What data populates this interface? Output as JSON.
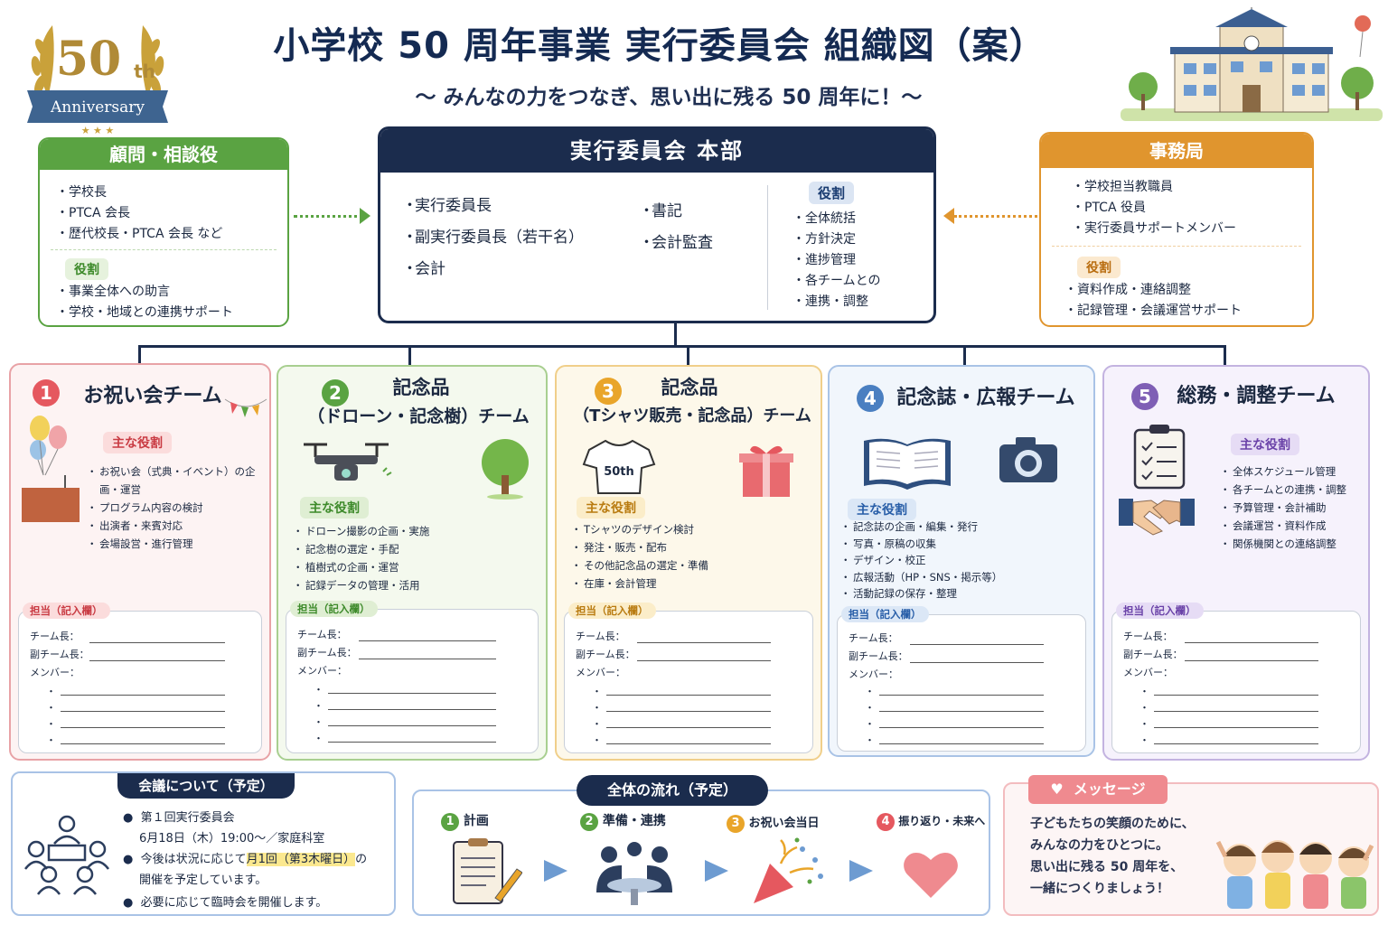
{
  "header": {
    "title": "小学校 50 周年事業 実行委員会 組織図（案）",
    "subtitle": "〜 みんなの力をつなぎ、思い出に残る 50 周年に！〜",
    "badge_number": "50",
    "badge_th": "th",
    "badge_ribbon": "Anniversary"
  },
  "advisor": {
    "title": "顧問・相談役",
    "members": [
      "学校長",
      "PTCA 会長",
      "歴代校長・PTCA 会長 など"
    ],
    "role_label": "役割",
    "roles": [
      "事業全体への助言",
      "学校・地域との連携サポート"
    ]
  },
  "hq": {
    "title": "実行委員会 本部",
    "col1": [
      "実行委員長",
      "副実行委員長（若干名）",
      "会計"
    ],
    "col2": [
      "書記",
      "会計監査"
    ],
    "role_label": "役割",
    "roles": [
      "全体統括",
      "方針決定",
      "進捗管理",
      "各チームとの",
      "連携・調整"
    ]
  },
  "office": {
    "title": "事務局",
    "members": [
      "学校担当教職員",
      "PTCA 役員",
      "実行委員サポートメンバー"
    ],
    "role_label": "役割",
    "roles": [
      "資料作成・連絡調整",
      "記録管理・会議運営サポート"
    ]
  },
  "teams": [
    {
      "num": "1",
      "name": "お祝い会チーム",
      "name2": "",
      "role_label": "主な役割",
      "roles": [
        "お祝い会（式典・イベント）の企画・運営",
        "プログラム内容の検討",
        "出演者・来賓対応",
        "会場設営・進行管理"
      ],
      "assign_label": "担当（記入欄）",
      "leader": "チーム長：",
      "sub_leader": "副チーム長：",
      "members": "メンバー："
    },
    {
      "num": "2",
      "name": "記念品",
      "name2": "（ドローン・記念樹）チーム",
      "role_label": "主な役割",
      "roles": [
        "ドローン撮影の企画・実施",
        "記念樹の選定・手配",
        "植樹式の企画・運営",
        "記録データの管理・活用"
      ],
      "assign_label": "担当（記入欄）",
      "leader": "チーム長：",
      "sub_leader": "副チーム長：",
      "members": "メンバー："
    },
    {
      "num": "3",
      "name": "記念品",
      "name2": "（Tシャツ販売・記念品）チーム",
      "role_label": "主な役割",
      "roles": [
        "Tシャツのデザイン検討",
        "発注・販売・配布",
        "その他記念品の選定・準備",
        "在庫・会計管理"
      ],
      "assign_label": "担当（記入欄）",
      "leader": "チーム長：",
      "sub_leader": "副チーム長：",
      "members": "メンバー：",
      "shirt_text": "50th"
    },
    {
      "num": "4",
      "name": "記念誌・広報チーム",
      "name2": "",
      "role_label": "主な役割",
      "roles": [
        "記念誌の企画・編集・発行",
        "写真・原稿の収集",
        "デザイン・校正",
        "広報活動（HP・SNS・掲示等）",
        "活動記録の保存・整理"
      ],
      "assign_label": "担当（記入欄）",
      "leader": "チーム長：",
      "sub_leader": "副チーム長：",
      "members": "メンバー："
    },
    {
      "num": "5",
      "name": "総務・調整チーム",
      "name2": "",
      "role_label": "主な役割",
      "roles": [
        "全体スケジュール管理",
        "各チームとの連携・調整",
        "予算管理・会計補助",
        "会議運営・資料作成",
        "関係機関との連絡調整"
      ],
      "assign_label": "担当（記入欄）",
      "leader": "チーム長：",
      "sub_leader": "副チーム長：",
      "members": "メンバー："
    }
  ],
  "meeting": {
    "title": "会議について（予定）",
    "line1": "第１回実行委員会",
    "line2": "6月18日（木）19:00〜／家庭科室",
    "line3a": "今後は状況に応じて",
    "line3b": "月1回（第3木曜日）",
    "line3c": "の",
    "line4": "開催を予定しています。",
    "line5": "必要に応じて臨時会を開催します。"
  },
  "flow": {
    "title": "全体の流れ（予定）",
    "steps": [
      {
        "num": "1",
        "label": "計画"
      },
      {
        "num": "2",
        "label": "準備・連携"
      },
      {
        "num": "3",
        "label": "お祝い会当日"
      },
      {
        "num": "4",
        "label": "振り返り・未来へ"
      }
    ]
  },
  "message": {
    "title": "メッセージ",
    "lines": [
      "子どもたちの笑顔のために、",
      "みんなの力をひとつに。",
      "思い出に残る 50 周年を、",
      "一緒につくりましょう！"
    ]
  },
  "colors": {
    "navy": "#1b2c4d",
    "green": "#5aa342",
    "orange": "#e0952e",
    "red": "#e5585f",
    "blue": "#4a7fc1",
    "purple": "#7f5fb5",
    "yellow": "#e9a52a"
  }
}
